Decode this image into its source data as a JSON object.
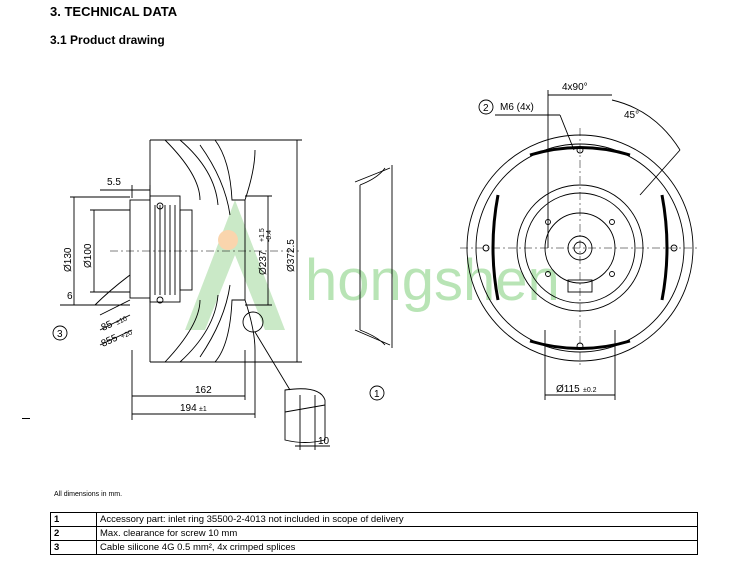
{
  "header": {
    "section_title": "3. TECHNICAL DATA",
    "subsection_title": "3.1 Product drawing"
  },
  "side_view": {
    "dims": {
      "d55": "5.5",
      "d130": "Ø130",
      "d100": "Ø100",
      "d6": "6",
      "d237": "Ø237",
      "d237_tol_upper": "+1.5",
      "d237_tol_lower": "-0.4",
      "d3725": "Ø372.5",
      "d85": "85",
      "d85_tol": "±10",
      "d855": "855",
      "d855_tol": "+20",
      "d162": "162",
      "d194": "194",
      "d194_tol": "±1",
      "d10": "10"
    },
    "callouts": {
      "c3": "3"
    }
  },
  "inlet_ring": {
    "callout": "1"
  },
  "front_view": {
    "dims": {
      "angle_4x90": "4x90°",
      "m6": "M6 (4x)",
      "angle_45": "45°",
      "d115": "Ø115",
      "d115_tol": "±0.2"
    },
    "callouts": {
      "c2": "2"
    }
  },
  "watermark": {
    "text": "hongshen"
  },
  "footnote": "All dimensions in mm.",
  "notes": [
    {
      "num": "1",
      "text": "Accessory part: inlet ring 35500-2-4013 not included in scope of delivery"
    },
    {
      "num": "2",
      "text": "Max. clearance for screw 10 mm"
    },
    {
      "num": "3",
      "text": "Cable silicone 4G 0.5 mm², 4x crimped splices"
    }
  ],
  "colors": {
    "watermark_green": "#5cb85c",
    "watermark_orange": "#f0a030",
    "line": "#000000"
  }
}
